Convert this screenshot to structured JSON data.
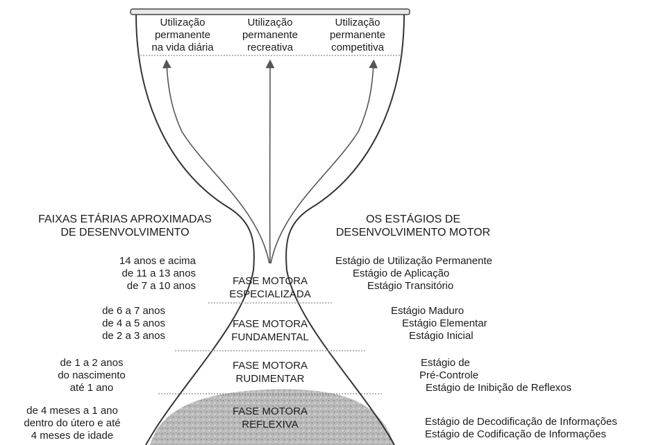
{
  "top_labels": [
    "Utilização\npermanente\nna vida diária",
    "Utilização\npermanente\nrecreativa",
    "Utilização\npermanente\ncompetitiva"
  ],
  "left_header": "FAIXAS ETÁRIAS APROXIMADAS\nDE DESENVOLVIMENTO",
  "right_header": "OS ESTÁGIOS DE\nDESENVOLVIMENTO MOTOR",
  "phases": [
    "FASE MOTORA\nESPECIALIZADA",
    "FASE MOTORA\nFUNDAMENTAL",
    "FASE MOTORA\nRUDIMENTAR",
    "FASE MOTORA\nREFLEXIVA"
  ],
  "ages": {
    "specialized": [
      "14 anos e acima",
      "de 11 a 13 anos",
      "de 7 a 10 anos"
    ],
    "fundamental": [
      "de 6 a 7 anos",
      "de 4 a 5 anos",
      "de 2 a 3 anos"
    ],
    "rudimentary": [
      "de 1 a 2 anos",
      "do nascimento",
      "até 1 ano"
    ],
    "reflexive": [
      "de 4 meses a 1 ano",
      "dentro do útero e até",
      "4 meses de idade"
    ]
  },
  "stages": {
    "specialized": [
      "Estágio de Utilização Permanente",
      "Estágio de Aplicação",
      "Estágio Transitório"
    ],
    "fundamental": [
      "Estágio Maduro",
      "Estágio Elementar",
      "Estágio Inicial"
    ],
    "rudimentary": [
      "Estágio de",
      "Pré-Controle",
      "Estágio de Inibição de Reflexos"
    ],
    "reflexive": [
      "Estágio de Decodificação de Informações",
      "Estágio de Codificação de Informações"
    ]
  }
}
